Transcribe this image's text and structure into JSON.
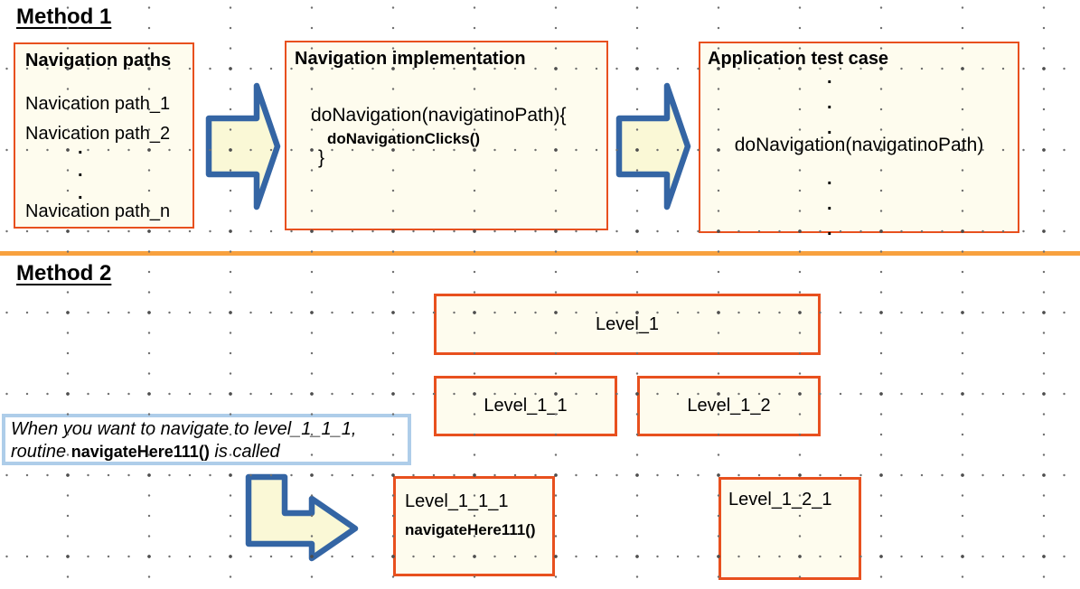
{
  "colors": {
    "box_border": "#e8501e",
    "box_fill": "#fefcee",
    "arrow_fill": "#faf8d6",
    "arrow_stroke": "#3465a4",
    "divider": "#f8a13e",
    "callout_border": "#aecde9",
    "grid_dot": "#6e6e6e",
    "grid_plus": "#4d4d4d"
  },
  "method1": {
    "heading": "Method 1",
    "paths_box": {
      "title": "Navigation paths",
      "item_1": "Navication path_1",
      "item_2": "Navication path_2",
      "dot": ".",
      "item_n": "Navication path_n"
    },
    "impl_box": {
      "title": "Navigation implementation",
      "code_open": "doNavigation(navigatinoPath){",
      "code_call": "doNavigationClicks()",
      "code_close": "}"
    },
    "test_box": {
      "title": "Application test case",
      "dot": ".",
      "code_call": "doNavigation(navigatinoPath)"
    }
  },
  "method2": {
    "heading": "Method 2",
    "level_1": {
      "label": "Level_1"
    },
    "level_1_1": {
      "label": "Level_1_1"
    },
    "level_1_2": {
      "label": "Level_1_2"
    },
    "level_1_1_1": {
      "label": "Level_1_1_1",
      "routine": "navigateHere111()"
    },
    "level_1_2_1": {
      "label": "Level_1_2_1"
    },
    "callout": {
      "line1": "When you want to navigate to level_1_1_1,",
      "line2_pre": "routine ",
      "line2_code": "navigateHere111()",
      "line2_post": " is called"
    }
  }
}
